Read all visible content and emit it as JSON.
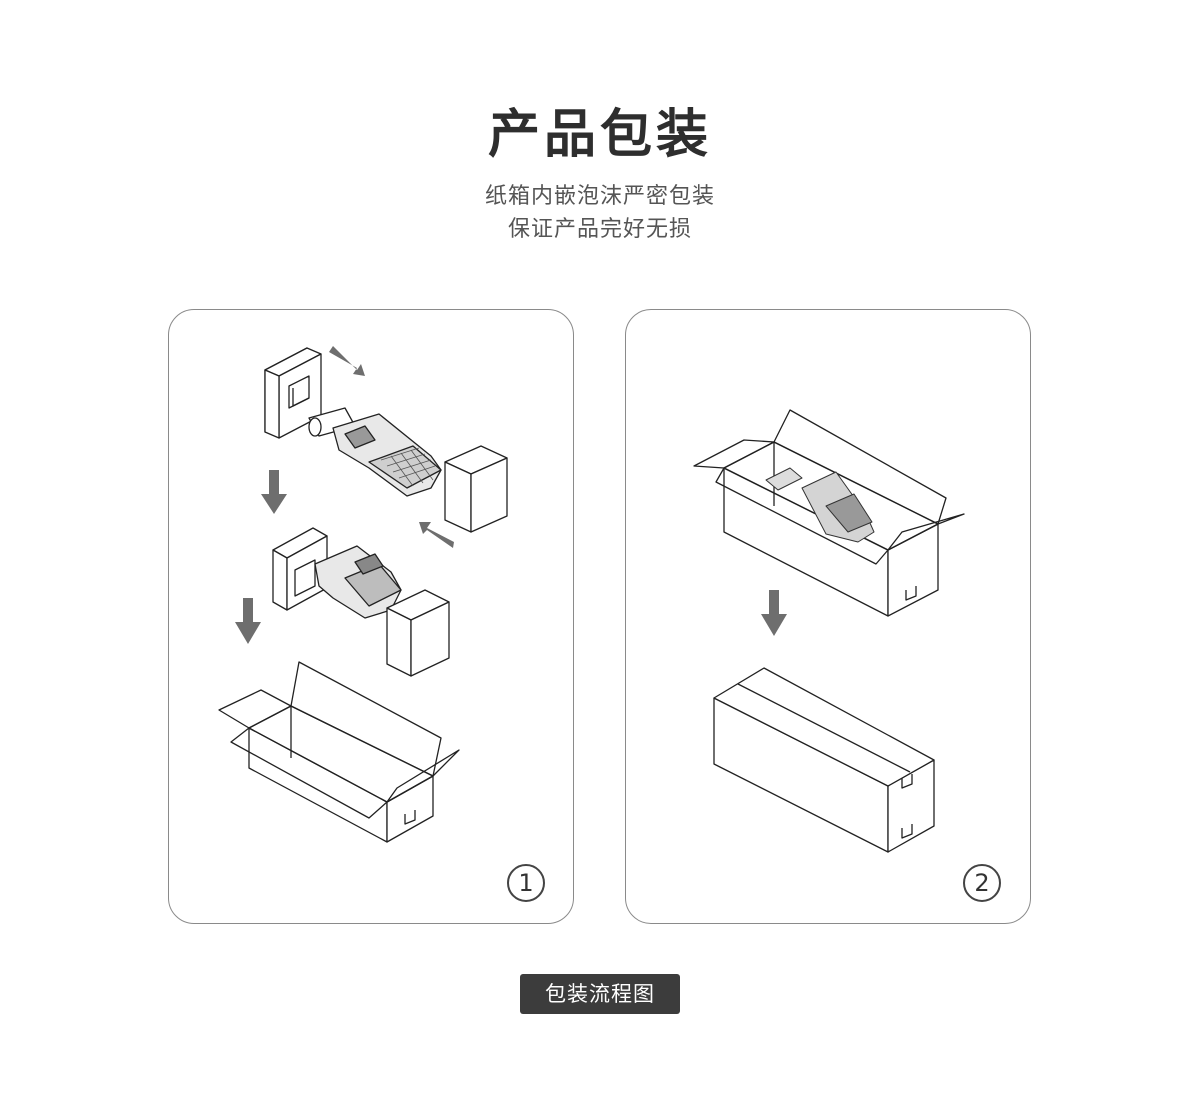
{
  "header": {
    "title": "产品包装",
    "subtitle_line1": "纸箱内嵌泡沫严密包装",
    "subtitle_line2": "保证产品完好无损"
  },
  "steps": [
    {
      "number": "1",
      "icons": [
        "foam-block-icon",
        "street-light-icon",
        "arrow-icon",
        "open-carton-icon"
      ]
    },
    {
      "number": "2",
      "icons": [
        "open-carton-with-product-icon",
        "arrow-icon",
        "sealed-carton-icon"
      ]
    }
  ],
  "footer": {
    "label": "包装流程图"
  },
  "colors": {
    "title": "#2e2e2e",
    "arrow": "#6e6e6e",
    "panel_border": "#8a8a8a",
    "label_bg": "#3c3c3c"
  }
}
